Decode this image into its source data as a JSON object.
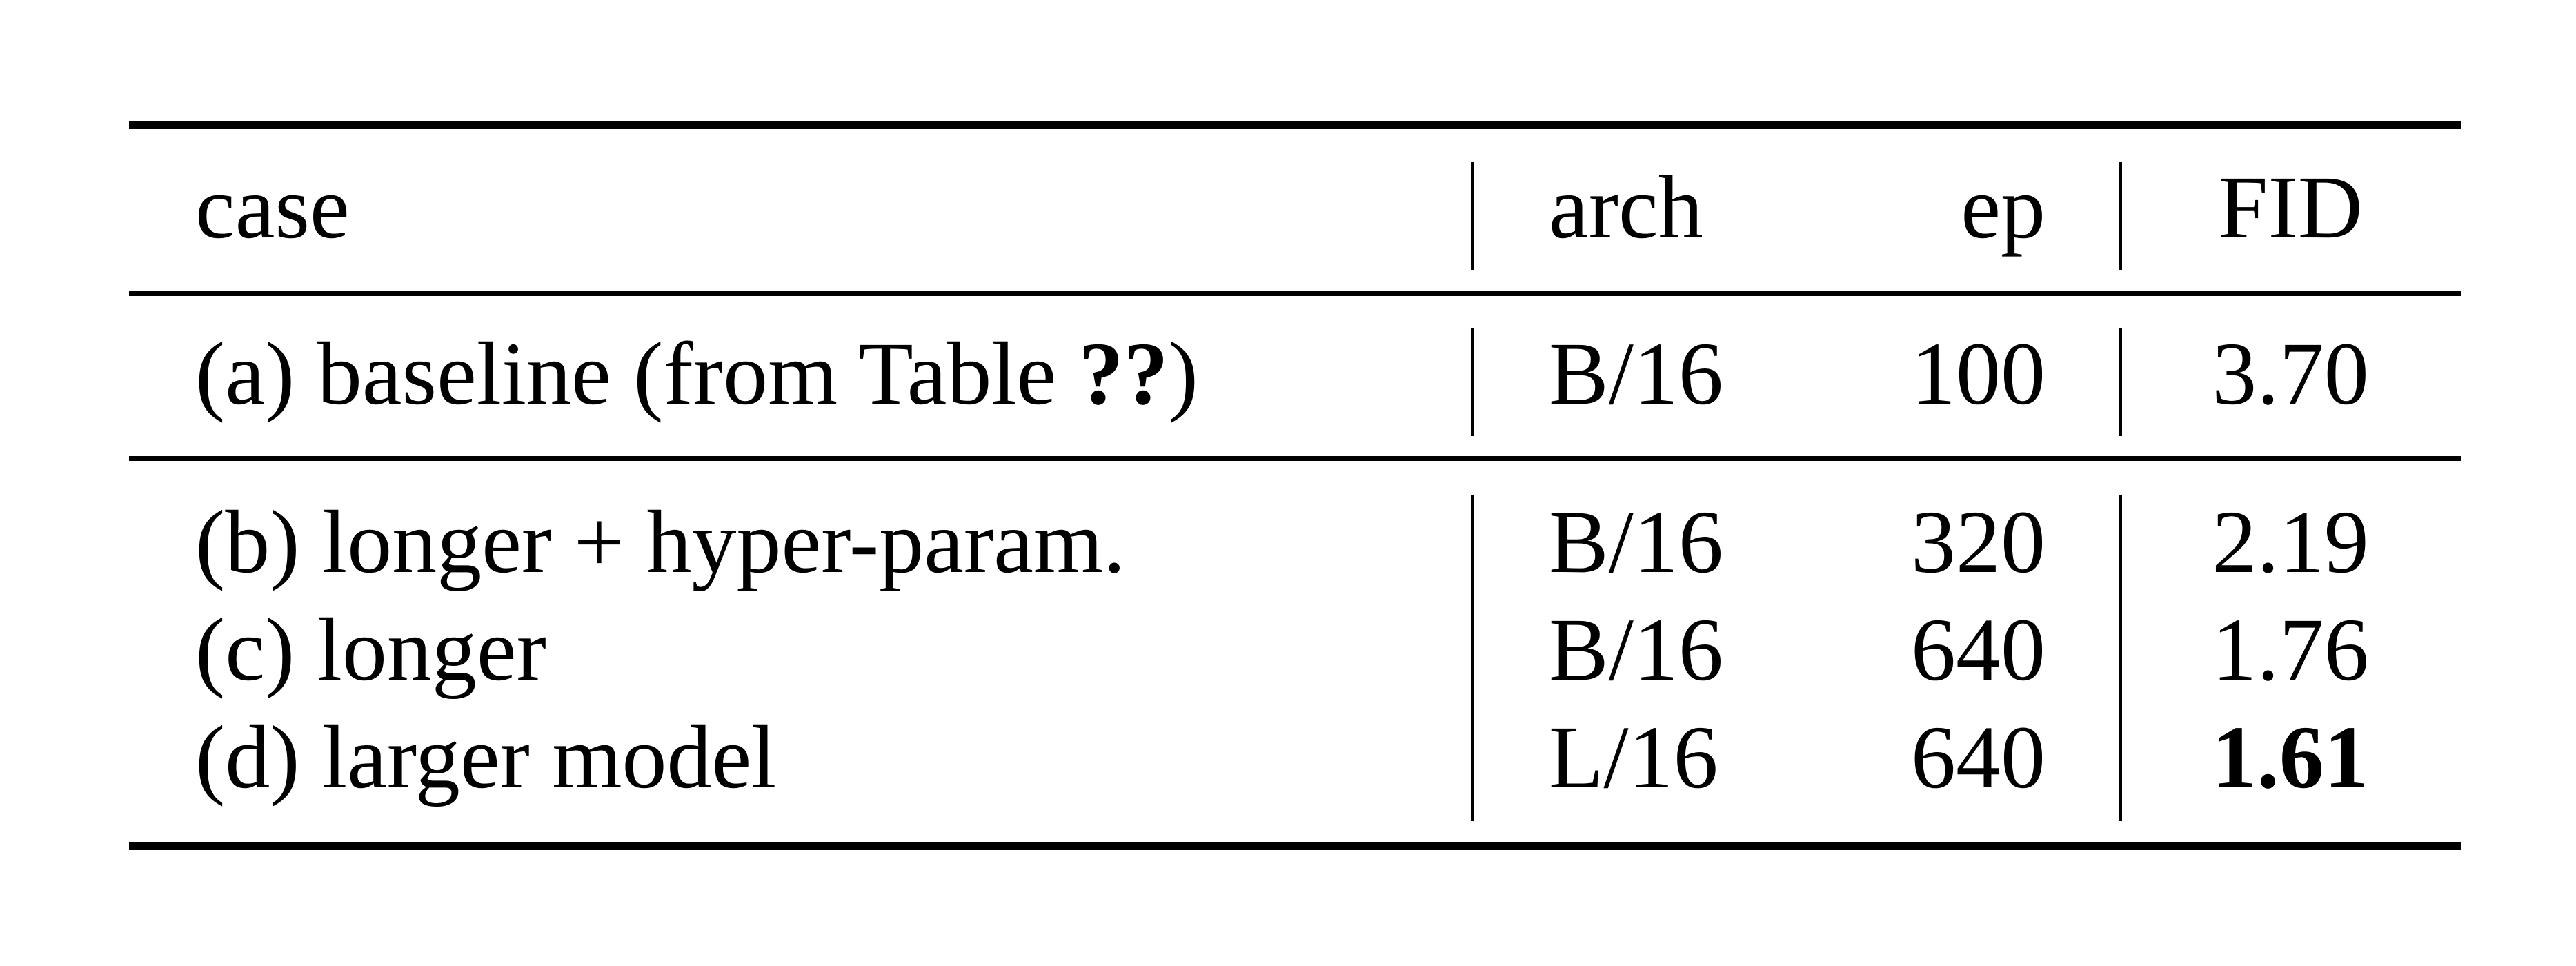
{
  "table": {
    "headers": [
      "case",
      "arch",
      "ep",
      "FID"
    ],
    "rows": [
      {
        "case": "(a) baseline (from Table ",
        "case_ref": "??",
        "case_end": ")",
        "arch": "B/16",
        "ep": "100",
        "fid": "3.70",
        "bold": false
      },
      {
        "case": "(b) longer + hyper-param.",
        "arch": "B/16",
        "ep": "320",
        "fid": "2.19",
        "bold": false
      },
      {
        "case": "(c) longer",
        "arch": "B/16",
        "ep": "640",
        "fid": "1.76",
        "bold": false
      },
      {
        "case": "(d) larger model",
        "arch": "L/16",
        "ep": "640",
        "fid": "1.61",
        "bold": true
      }
    ]
  }
}
